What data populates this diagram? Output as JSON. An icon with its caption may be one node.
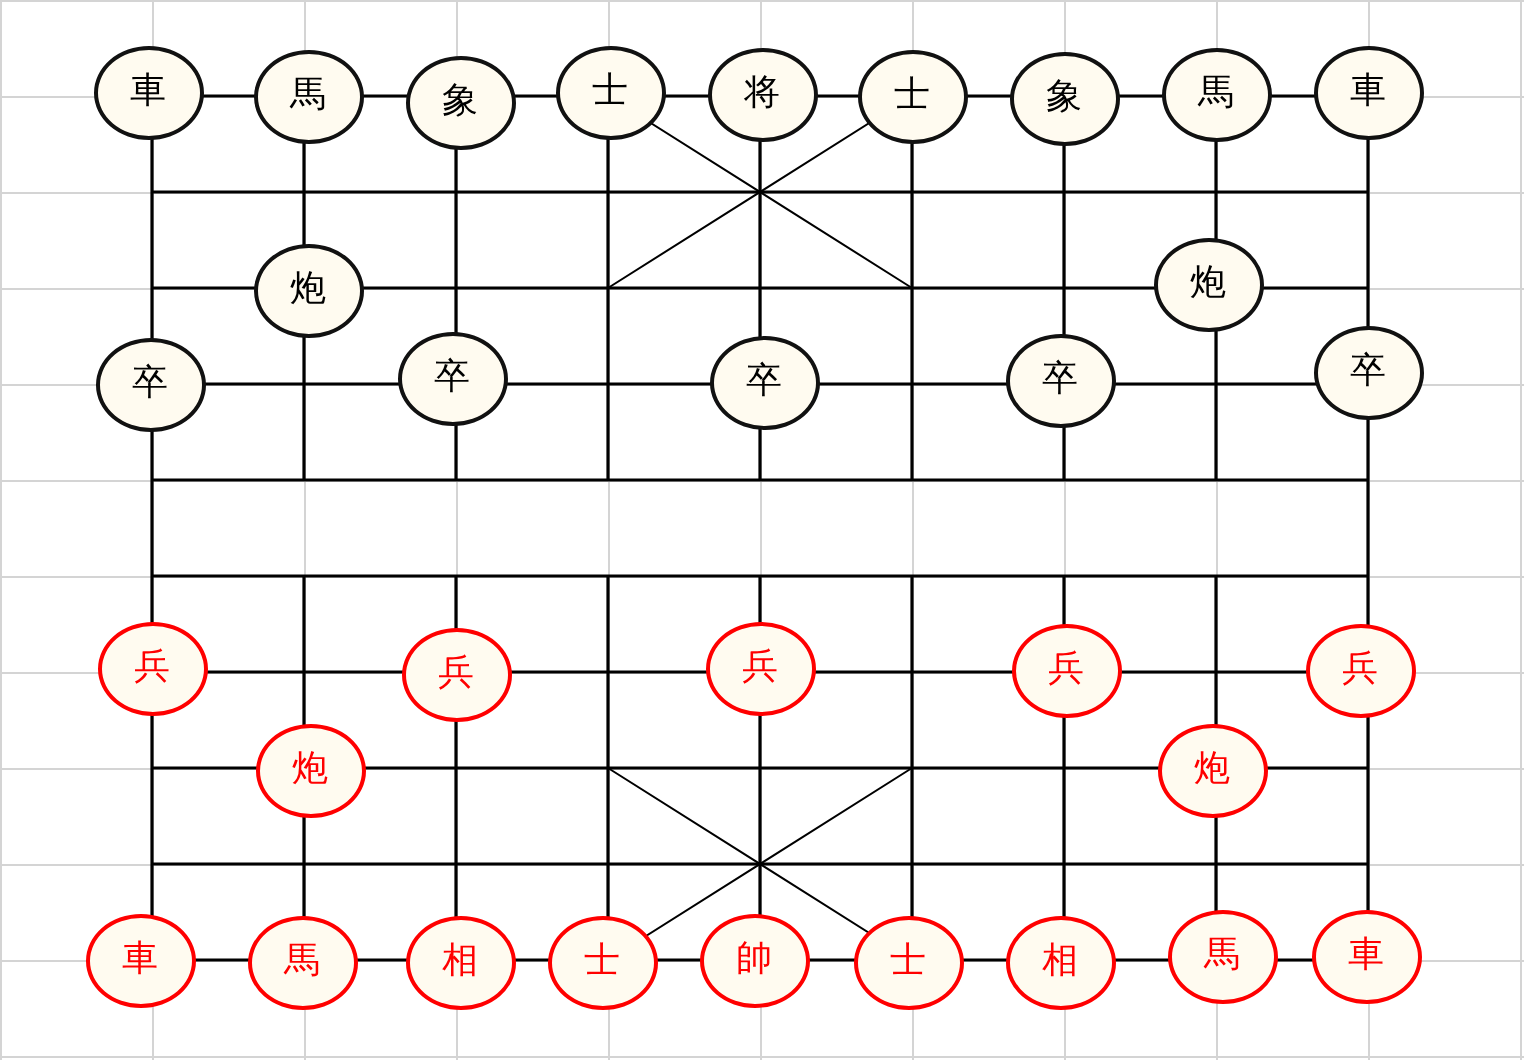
{
  "diagram": {
    "nodes": [
      {
        "text": [
          "車"
        ]
      },
      {
        "text": [
          "馬"
        ]
      },
      {
        "text": [
          "象"
        ]
      },
      {
        "text": [
          "士"
        ]
      },
      {
        "text": [
          "将"
        ]
      },
      {
        "text": [
          "士"
        ]
      },
      {
        "text": [
          "象"
        ]
      },
      {
        "text": [
          "馬"
        ]
      },
      {
        "text": [
          "車"
        ]
      },
      {
        "text": [
          "炮"
        ]
      },
      {
        "text": [
          "炮"
        ]
      },
      {
        "text": [
          "卒"
        ]
      },
      {
        "text": [
          "卒"
        ]
      },
      {
        "text": [
          "卒"
        ]
      },
      {
        "text": [
          "卒"
        ]
      },
      {
        "text": [
          "卒"
        ]
      },
      {
        "text": [
          "兵"
        ]
      },
      {
        "text": [
          "兵"
        ]
      },
      {
        "text": [
          "兵"
        ]
      },
      {
        "text": [
          "兵"
        ]
      },
      {
        "text": [
          "兵"
        ]
      },
      {
        "text": [
          "炮"
        ]
      },
      {
        "text": [
          "炮"
        ]
      },
      {
        "text": [
          "車"
        ]
      },
      {
        "text": [
          "馬"
        ]
      },
      {
        "text": [
          "相"
        ]
      },
      {
        "text": [
          "士"
        ]
      },
      {
        "text": [
          "帥"
        ]
      },
      {
        "text": [
          "士"
        ]
      },
      {
        "text": [
          "相"
        ]
      },
      {
        "text": [
          "馬"
        ]
      },
      {
        "text": [
          "車"
        ]
      }
    ]
  }
}
